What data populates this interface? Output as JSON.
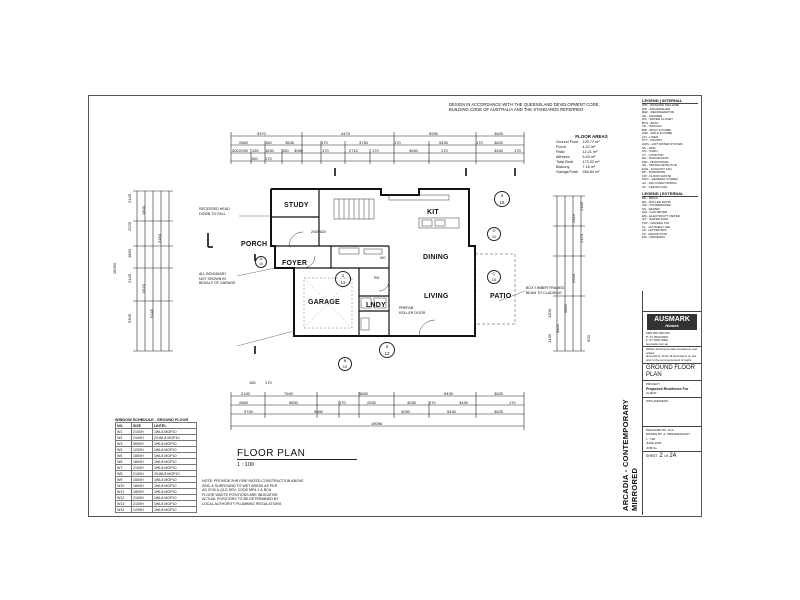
{
  "top_note": [
    "DESIGN IN ACCORDANCE WITH THE QUEENSLAND DEVELOPMENT CODE,",
    "BUILDING CODE OF AUSTRALIA AND THE STANDARDS REFERRED"
  ],
  "dims_top": {
    "row1": [
      "5370",
      "4470",
      "5930",
      "3625"
    ],
    "row2": [
      "2660",
      "150",
      "3635",
      "170",
      "3750",
      "170",
      "5430",
      "170",
      "3625"
    ],
    "row3": [
      "300",
      "2290",
      "150",
      "1630",
      "150",
      "3050",
      "170",
      "2710",
      "170",
      "4540",
      "170",
      "3430",
      "170"
    ],
    "row4": [
      "150",
      "170"
    ]
  },
  "dims_bottom": {
    "row1": [
      "150",
      "170"
    ],
    "row2": [
      "2100",
      "7640",
      "5830",
      "5430",
      "3625"
    ],
    "row3": [
      "2660",
      "5830",
      "170",
      "2530",
      "4030",
      "170",
      "3430",
      "170"
    ],
    "row4": [
      "9740",
      "5680",
      "4030",
      "5430",
      "3625"
    ],
    "total": "19096"
  },
  "dims_left": [
    "2145",
    "2220",
    "1860",
    "2145",
    "5305",
    "1500",
    "5570",
    "5145",
    "3160",
    "16050"
  ],
  "dims_right": [
    "2145",
    "2170",
    "6110",
    "2620",
    "5895",
    "3405",
    "1300",
    "1430",
    "600"
  ],
  "rooms": {
    "study": "STUDY",
    "kit": "KIT",
    "porch": "PORCH",
    "foyer": "FOYER",
    "dining": "DINING",
    "garage": "GARAGE",
    "lndy": "LNDY",
    "living": "LIVING",
    "patio": "PATIO",
    "wc": "WC"
  },
  "markers": [
    {
      "top": "4",
      "bottom": "15"
    },
    {
      "top": "D",
      "bottom": "11"
    },
    {
      "top": "1",
      "bottom": "12"
    },
    {
      "top": "C",
      "bottom": "10"
    },
    {
      "top": "2",
      "bottom": "12"
    },
    {
      "top": "B",
      "bottom": "10"
    },
    {
      "top": "A",
      "bottom": "10"
    }
  ],
  "annotations": {
    "left": [
      "RECESSED HEAD",
      "DOWN TO FALL"
    ],
    "left2": [
      "ALL BOUNDARY",
      "NOT SHOWN IN",
      "BEHALF OF GARAGE"
    ],
    "right": [
      "BOX TIMBER FRAMED",
      "BEAM TO CLADDING"
    ],
    "internal": [
      "PREFAB",
      "ROLLER DOOR"
    ]
  },
  "floor_areas": {
    "title": "FLOOR AREAS",
    "rows": [
      [
        "Ground Floor",
        "126.77 m²"
      ],
      [
        "Porch",
        "4.22 m²"
      ],
      [
        "Patio",
        "12.21 m²"
      ],
      [
        "Alfresco",
        "3.43 m²"
      ],
      [
        "Total Roof",
        "173.32 m²"
      ],
      [
        "Balcony",
        "7.16 m²"
      ],
      [
        "Garage/Total",
        "256.84 m²"
      ]
    ]
  },
  "legend_internal": {
    "title": "LEGEND | INTERNAL",
    "items": [
      "WM - WASHING MACHINE",
      "DW - DISHWASHER",
      "REF - REFRIGERATOR",
      "SH - SHOWER",
      "WC - WATER CLOSET",
      "BTH - BATH",
      "TR - TROUGH",
      "BIR - BUILT IN ROBE",
      "WIR - WALK IN ROBE",
      "LIN - LINEN",
      "PTY - PANTRY",
      "HWS - HOT WATER SYSTEM",
      "SK - SINK",
      "OV - OVEN",
      "CT - COOKTOP",
      "RH - RANGEHOOD",
      "MW - MICROWAVE",
      "SD - SMOKE DETECTOR",
      "EXH - EXHAUST FAN",
      "DP - DOWNPIPE",
      "FW - FLOOR WASTE",
      "GPO - GENERAL POWER",
      "AC - AIR CONDITIONING",
      "CF - CEILING FAN"
    ]
  },
  "legend_external": {
    "title": "LEGEND | EXTERNAL",
    "items": [
      "BR - BRICK",
      "RD - ROLLER DOOR",
      "SW - STORMWATER",
      "SS - SEWER",
      "GM - GAS METER",
      "EM - ELECTRICITY METER",
      "WT - WATER TANK",
      "TAP - GARDEN TAP",
      "CL - CLOTHES LINE",
      "LB - LETTER BOX",
      "FP - FENCE POST",
      "DW - DRIVEWAY"
    ]
  },
  "window_schedule": {
    "title": "WINDOW SCHEDULE - GROUND FLOOR",
    "headers": [
      "NO.",
      "SIZE",
      "LINTEL"
    ],
    "rows": [
      [
        "W1",
        "2100H",
        "1WL8 MGP10"
      ],
      [
        "W2",
        "2100H",
        "2/1WL8 MGP10"
      ],
      [
        "W3",
        "0600H",
        "1WL8 MGP10"
      ],
      [
        "W4",
        "1200H",
        "1WL8 MGP10"
      ],
      [
        "W5",
        "1800H",
        "1WL8 MGP10"
      ],
      [
        "W6",
        "1800H",
        "1WL8 MGP10"
      ],
      [
        "W7",
        "2100H",
        "1WL8 MGP10"
      ],
      [
        "W8",
        "2100H",
        "2/1WL8 MGP10"
      ],
      [
        "W9",
        "1500H",
        "1WL8 MGP10"
      ],
      [
        "W10",
        "1800H",
        "1WL8 MGP10"
      ],
      [
        "W11",
        "1800H",
        "1WL8 MGP10"
      ],
      [
        "W12",
        "2100H",
        "1WL8 MGP10"
      ],
      [
        "W13",
        "2100H",
        "1WL8 MGP10"
      ],
      [
        "W14",
        "1200H",
        "1WL8 MGP10"
      ]
    ]
  },
  "plan_title": "FLOOR PLAN",
  "plan_scale": "1 : 100",
  "notes": [
    "NOTE: PROVIDE 2HR FIRE RATED CONSTRUCTION ABOVE",
    "ZINC & SURROUND TO WET AREAS AS PER",
    "AS 3740 & QLD DEV. CODE MP4.1 & BCA",
    "FLOOR WASTE POSITIONS ARE INDICATIVE",
    "ACTUAL POSITIONS TO BE DETERMINED BY",
    "LOCAL AUTHORITY PLUMBING REGULATIONS"
  ],
  "title_block": {
    "side_title": "ARCADIA - CONTEMPORARY MIRRORED",
    "logo": "AUSMARK",
    "logo_sub": "Homes",
    "company": [
      "ABN 000 000 000",
      "P: 07 0000 0000",
      "F: 07 0000 0000",
      "ausmark.com.au"
    ],
    "disclaimer": [
      "Written dimensions take precedence over scaled",
      "dimensions. Verify all dimensions on site",
      "prior to the commencement of works."
    ],
    "drawing_title": [
      "GROUND FLOOR",
      "PLAN"
    ],
    "project_label": "PROJECT",
    "project": "Proposed Residence For",
    "client_label": "CLIENT",
    "site_label": "SITE ADDRESS",
    "designed": "DESIGNED BY: M.A.",
    "drawn": "DRAWN BY: A. PRENDERGAST",
    "scale": "1 : 100",
    "date": "JUNE 2006",
    "job_no": "JOB No.",
    "sheet_label": "SHEET",
    "sheet": "2",
    "of": "of",
    "total": "24"
  },
  "bubble_labels": {
    "door_sizes": "2040/820",
    "rd": "RD"
  }
}
